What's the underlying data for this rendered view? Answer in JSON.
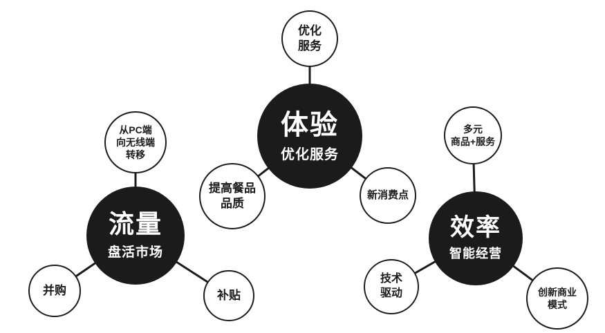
{
  "diagram": {
    "colors": {
      "hub_fill": "#1b1b1b",
      "hub_text": "#ffffff",
      "satellite_border": "#1b1b1b",
      "line": "#1b1b1b",
      "background": "#ffffff"
    },
    "hubs": {
      "experience": {
        "title": "体验",
        "subtitle": "优化服务",
        "satellites": {
          "top": "优化\n服务",
          "left": "提高餐品\n品质",
          "right": "新消费点"
        }
      },
      "traffic": {
        "title": "流量",
        "subtitle": "盘活市场",
        "satellites": {
          "top": "从PC端\n向无线端\n转移",
          "bottom_left": "并购",
          "bottom_right": "补贴"
        }
      },
      "efficiency": {
        "title": "效率",
        "subtitle": "智能经营",
        "satellites": {
          "top": "多元\n商品+服务",
          "bottom_left": "技术\n驱动",
          "bottom_right": "创新商业\n模式"
        }
      }
    }
  }
}
